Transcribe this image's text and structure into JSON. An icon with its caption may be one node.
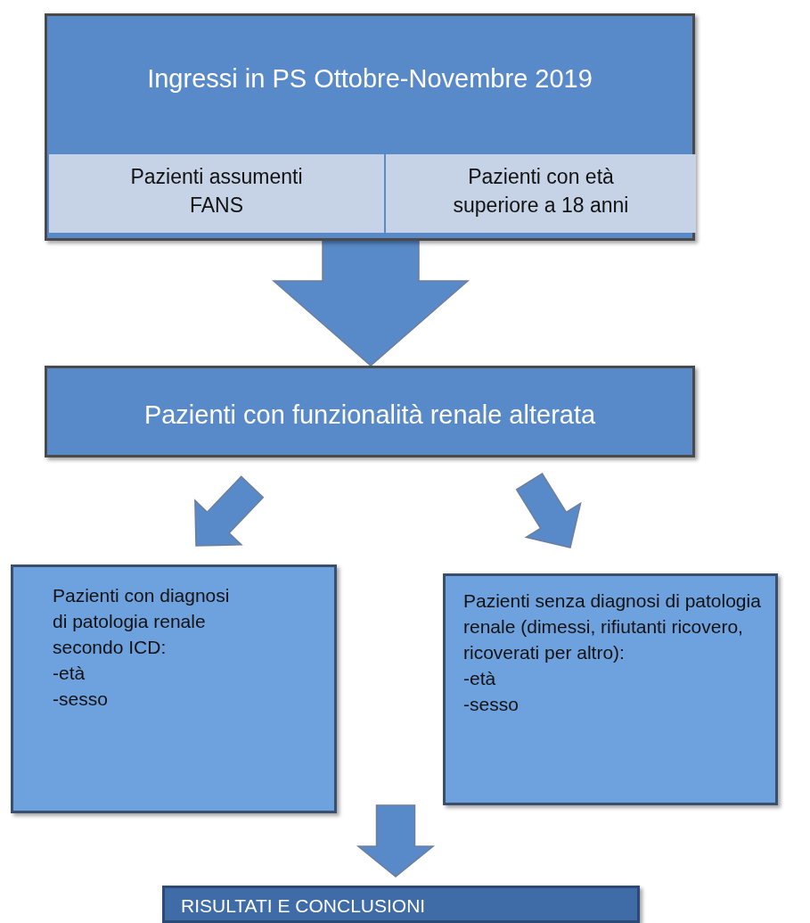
{
  "diagram": {
    "nodes": [
      {
        "text": [
          "Ingressi in PS Ottobre-Novembre 2019"
        ]
      },
      {
        "text": [
          "Pazienti assumenti FANS"
        ],
        "in": 0
      },
      {
        "text": [
          "Pazienti con età superiore a 18 anni"
        ],
        "in": 0
      },
      {
        "text": [
          "Pazienti con funzionalità renale alterata"
        ]
      },
      {
        "text": [
          "Pazienti con diagnosi di patologia renale secondo ICD:",
          "-età",
          "-sesso"
        ]
      },
      {
        "text": [
          "Pazienti senza diagnosi di patologia renale (dimessi, rifiutanti ricovero, ricoverati per altro):",
          "-età",
          "-sesso"
        ]
      },
      {
        "text": [
          "RISULTATI E CONCLUSIONI"
        ]
      }
    ],
    "edges": [
      {
        "from": 0,
        "to": 3,
        "arrow": "to"
      },
      {
        "from": 3,
        "to": 4,
        "arrow": "to"
      },
      {
        "from": 3,
        "to": 5,
        "arrow": "to"
      },
      {
        "from": null,
        "to": 6,
        "arrow": "to"
      }
    ]
  }
}
